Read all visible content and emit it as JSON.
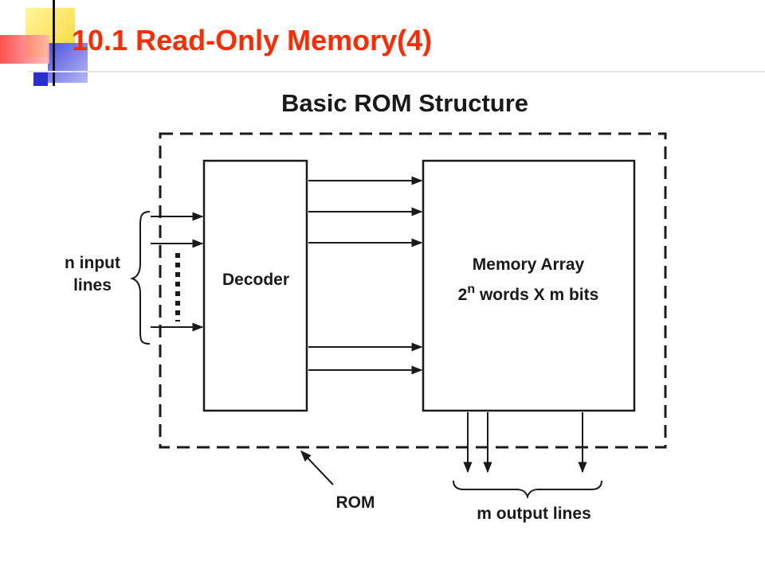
{
  "slide": {
    "title": "10.1 Read-Only Memory(4)"
  },
  "diagram": {
    "heading": "Basic ROM Structure",
    "decoder_label": "Decoder",
    "memory_array_label_line1": "Memory Array",
    "memory_array_base": "2",
    "memory_array_exponent": "n",
    "memory_array_label_rest": " words X m bits",
    "input_label_line1": "n input",
    "input_label_line2": "lines",
    "rom_label": "ROM",
    "output_label": "m output lines"
  },
  "colors": {
    "title": "#ff2a00",
    "accent_yellow": "#ffe75a",
    "accent_blue": "#6a6ee6",
    "accent_red": "#ff5a5a",
    "line": "#1a1a1a"
  }
}
